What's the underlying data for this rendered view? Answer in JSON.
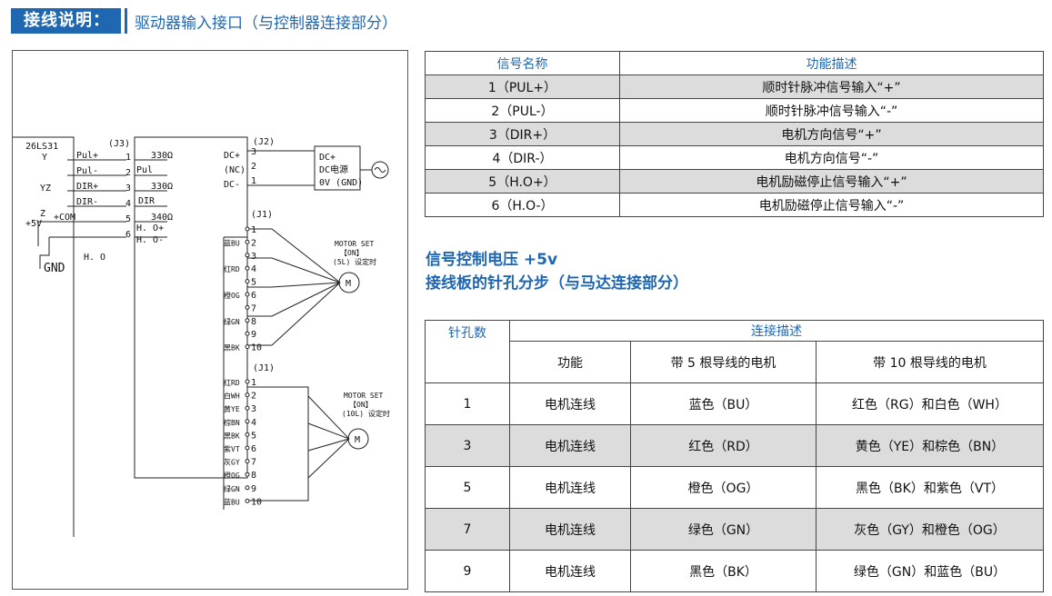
{
  "header": {
    "badge": "接线说明：",
    "title": "驱动器输入接口（与控制器连接部分）"
  },
  "diagram": {
    "labels": {
      "chip": "26LS31",
      "y": "Y",
      "yz": "YZ",
      "z": "Z",
      "plus5v": "+5V",
      "gnd": "GND",
      "ho": "H. O",
      "j3": "(J3)",
      "pul_p": "Pul+",
      "pul_m": "Pul-",
      "dir_p": "DIR+",
      "dir_m": "DIR-",
      "com": "+COM",
      "pul": "Pul",
      "dir": "DIR",
      "ho_p": "H. O+",
      "ho_m": "H. O-",
      "r1": "330Ω",
      "r2": "330Ω",
      "r3": "340Ω",
      "j2": "(J2)",
      "dcp": "DC+",
      "nc": "(NC)",
      "dcm": "DC-",
      "ps1": "DC+",
      "ps2": "DC电源",
      "ps3": "0V (GND)",
      "j1a": "(J1)",
      "j1b": "(J1)",
      "motor_a1": "MOTOR SET",
      "motor_a2": "【ON】",
      "motor_a3": "(5L) 设定时",
      "m": "M",
      "motor_b1": "MOTOR SET",
      "motor_b2": "【ON】",
      "motor_b3": "(10L) 设定时"
    },
    "j3_pins": [
      "1",
      "2",
      "3",
      "4",
      "5",
      "6"
    ],
    "j2_pins": [
      "3",
      "2",
      "1"
    ],
    "j1a_pins": [
      "1",
      "2",
      "3",
      "4",
      "5",
      "6",
      "7",
      "8",
      "9",
      "10"
    ],
    "j1a_colors": [
      "",
      "蓝BU",
      "",
      "红RD",
      "",
      "橙OG",
      "",
      "绿GN",
      "",
      "黑BK"
    ],
    "j1b_pins": [
      "1",
      "2",
      "3",
      "4",
      "5",
      "6",
      "7",
      "8",
      "9",
      "10"
    ],
    "j1b_colors": [
      "红RD",
      "白WH",
      "黄YE",
      "棕BN",
      "黑BK",
      "紫VT",
      "灰GY",
      "橙OG",
      "绿GN",
      "蓝BU"
    ]
  },
  "table1": {
    "headers": [
      "信号名称",
      "功能描述"
    ],
    "rows": [
      [
        "1（PUL+）",
        "顺时针脉冲信号输入“+”"
      ],
      [
        "2（PUL-）",
        "顺时针脉冲信号输入“-”"
      ],
      [
        "3（DIR+）",
        "电机方向信号“+”"
      ],
      [
        "4（DIR-）",
        "电机方向信号“-”"
      ],
      [
        "5（H.O+）",
        "电机励磁停止信号输入“+”"
      ],
      [
        "6（H.O-）",
        "电机励磁停止信号输入“-”"
      ]
    ]
  },
  "texts": {
    "voltage": "信号控制电压 +5v",
    "pinlayout": "接线板的针孔分步（与马达连接部分）"
  },
  "table2": {
    "h_pin": "针孔数",
    "h_desc": "连接描述",
    "sub": [
      "功能",
      "带 5 根导线的电机",
      "带 10 根导线的电机"
    ],
    "rows": [
      [
        "1",
        "电机连线",
        "蓝色（BU）",
        "红色（RG）和白色（WH）"
      ],
      [
        "3",
        "电机连线",
        "红色（RD）",
        "黄色（YE）和棕色（BN）"
      ],
      [
        "5",
        "电机连线",
        "橙色（OG）",
        "黑色（BK）和紫色（VT）"
      ],
      [
        "7",
        "电机连线",
        "绿色（GN）",
        "灰色（GY）和橙色（OG）"
      ],
      [
        "9",
        "电机连线",
        "黑色（BK）",
        "绿色（GN）和蓝色（BU）"
      ]
    ]
  }
}
